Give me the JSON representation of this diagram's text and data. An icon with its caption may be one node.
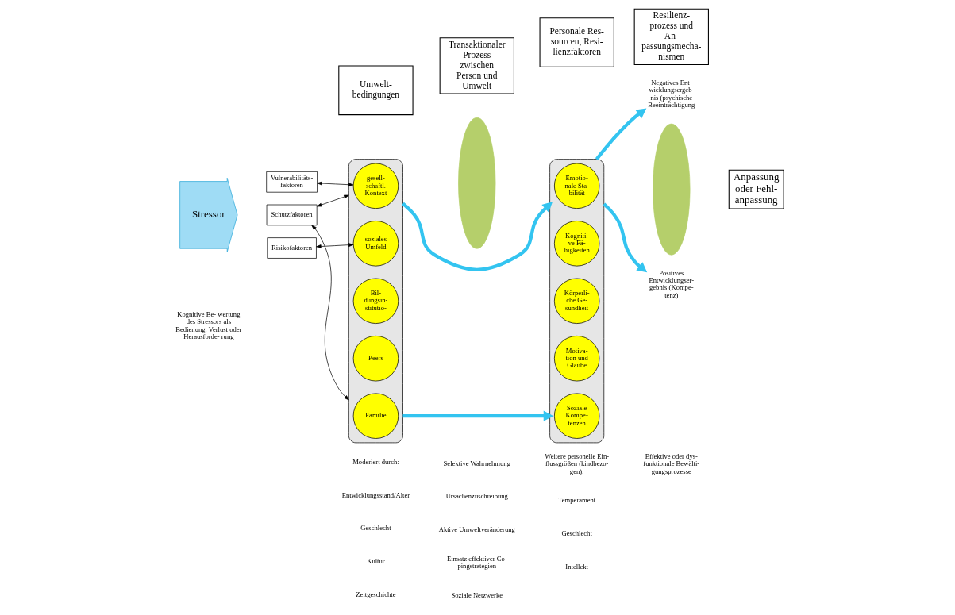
{
  "diagram": {
    "nodes": [
      {
        "text": [
          "Umwelt- bedingungen"
        ]
      },
      {
        "text": [
          "Transaktionaler Prozess zwischen Person und Umwelt"
        ]
      },
      {
        "text": [
          "Personale Res- sourcen, Resi- lienzfaktoren"
        ]
      },
      {
        "text": [
          "Resilienz- prozess und An- passungsmecha- nismen"
        ]
      },
      {
        "text": [
          "Stressor"
        ]
      },
      {
        "text": [],
        "shape": "ellipse"
      },
      {
        "text": [
          "Vulnerabilitäts- faktoren"
        ]
      },
      {
        "text": [
          "Risikofaktoren"
        ]
      },
      {
        "text": [
          "gesell- schaftl. Kontext"
        ],
        "in": 5
      },
      {
        "text": [
          "soziales Umfeld"
        ],
        "in": 5
      },
      {
        "text": [
          "Bil- dungsin- stitutio-"
        ],
        "in": 5
      },
      {
        "text": [
          "Peers"
        ],
        "in": 5
      },
      {
        "text": [
          "Familie"
        ],
        "in": 5
      },
      {
        "text": [
          "Schutzfaktoren"
        ]
      },
      {
        "text": [],
        "shape": "ellipse"
      },
      {
        "text": [],
        "shape": "ellipse"
      },
      {
        "text": [
          "Emotio- nale Sta- bilität"
        ],
        "in": 15
      },
      {
        "text": [
          "Kogniti- ve Fä- higkeiten"
        ],
        "in": 15
      },
      {
        "text": [
          "Körperli- che Ge- sundheit"
        ],
        "in": 15
      },
      {
        "text": [
          "Motiva- tion und Glaube"
        ],
        "in": 15
      },
      {
        "text": [
          "Soziale Kompe- tenzen"
        ],
        "in": 15
      },
      {
        "text": [],
        "shape": "ellipse"
      },
      {
        "text": [
          "Positives Entwicklungser- gebnis (Kompe- tenz)"
        ]
      },
      {
        "text": [
          "Anpassung oder Fehl- anpassung"
        ]
      },
      {
        "text": [
          "Negatives Ent- wicklungsergeb- nis (psychische Beeinträchtigung"
        ]
      }
    ],
    "edges": [
      {
        "from": 6,
        "to": 8,
        "arrow": "both"
      },
      {
        "from": 7,
        "to": 9,
        "arrow": "both"
      },
      {
        "from": 13,
        "to": 5,
        "arrow": "both"
      },
      {
        "from": 13,
        "to": 5,
        "arrow": "both"
      },
      {
        "from": 5,
        "to": 15,
        "arrow": "to",
        "style": "thick",
        "color": "#33c4f0"
      },
      {
        "from": 5,
        "to": 15,
        "arrow": "to",
        "style": "thick",
        "color": "#33c4f0"
      },
      {
        "from": 15,
        "to": 22,
        "arrow": "to",
        "style": "thick",
        "color": "#33c4f0"
      },
      {
        "from": 15,
        "to": 24,
        "arrow": "to",
        "style": "thick",
        "color": "#33c4f0"
      }
    ],
    "labels": [
      "Kognitive Be- wertung des Stressors als Bedienung, Verlust oder Herausforde- rung",
      "Moderiert durch:",
      "Entwicklungsstand/Alter",
      "Geschlecht",
      "Kultur",
      "Zeitgeschichte",
      "Selektive Wahrnehmung",
      "Ursachenzuschreibung",
      "Aktive Umweltveränderung",
      "Einsatz effektiver Co- pingstrategien",
      "Soziale Netzwerke",
      "Weitere personelle Ein- flussgrößen (kindbezo- gen):",
      "Temperament",
      "Geschlecht",
      "Intellekt",
      "Effektive oder dys- funktionale Bewälti- gungsprozesse"
    ]
  }
}
